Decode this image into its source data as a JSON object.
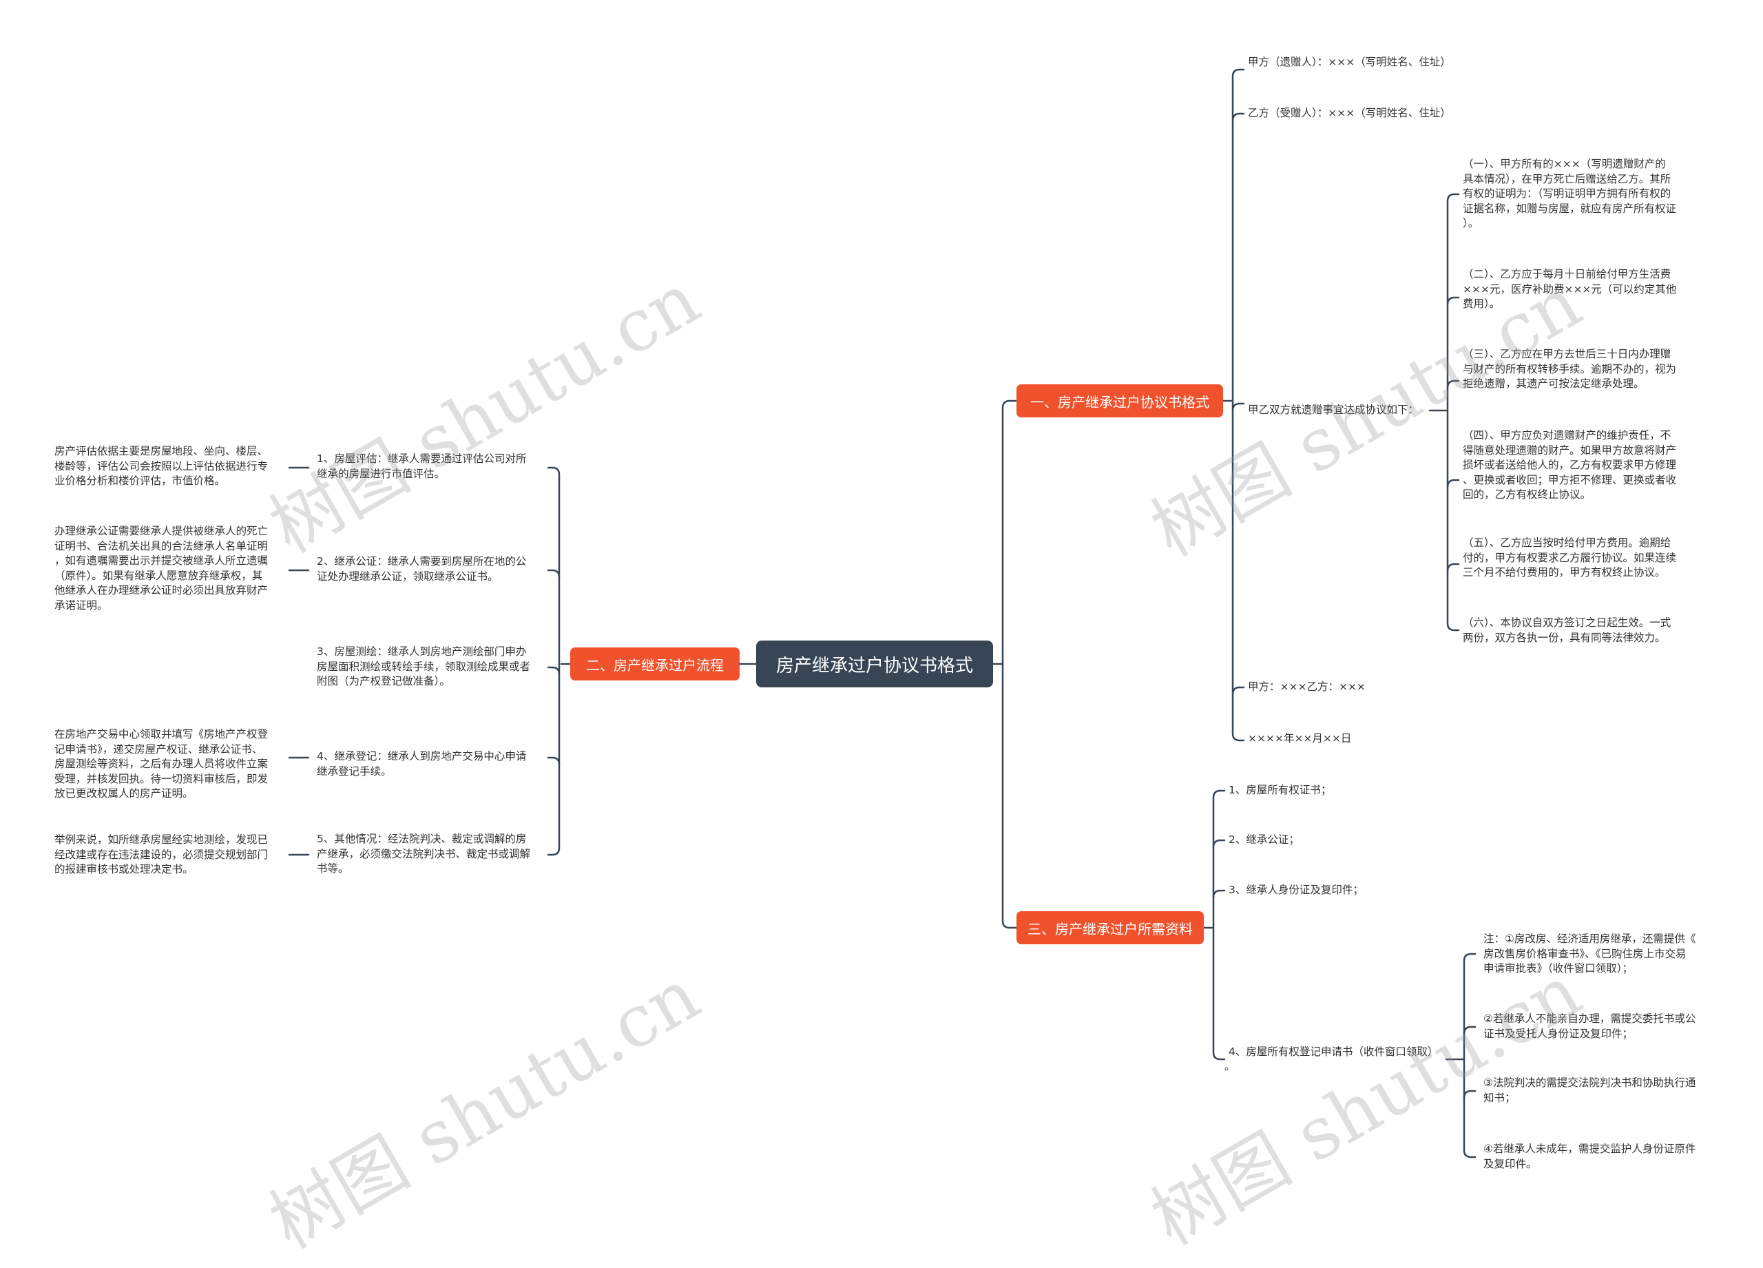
{
  "root": {
    "label": "房产继承过户协议书格式"
  },
  "branch1": {
    "label": "一、房产继承过户协议书格式",
    "items": {
      "party_a": "甲方（遗赠人）：×××（写明姓名、住址）",
      "party_b": "乙方（受赠人）：×××（写明姓名、住址）",
      "agreement": "甲乙双方就遗赠事宜达成协议如下：",
      "clauses": [
        [
          "（一）、甲方所有的×××（写明遗赠财产的",
          "具本情况），在甲方死亡后赠送给乙方。其所",
          "有权的证明为：（写明证明甲方拥有所有权的",
          "证据名称，如赠与房屋，就应有房产所有权证",
          "）。"
        ],
        [
          "（二）、乙方应于每月十日前给付甲方生活费",
          "×××元，医疗补助费×××元（可以约定其他",
          "费用）。"
        ],
        [
          "（三）、乙方应在甲方去世后三十日内办理赠",
          "与财产的所有权转移手续。逾期不办的，视为",
          "拒绝遗赠，其遗产可按法定继承处理。"
        ],
        [
          "（四）、甲方应负对遗赠财产的维护责任，不",
          "得随意处理遗赠的财产。如果甲方故意将财产",
          "损坏或者送给他人的，乙方有权要求甲方修理",
          "、更换或者收回；甲方拒不修理、更换或者收",
          "回的，乙方有权终止协议。"
        ],
        [
          "（五）、乙方应当按时给付甲方费用。逾期给",
          "付的，甲方有权要求乙方履行协议。如果连续",
          "三个月不给付费用的，甲方有权终止协议。"
        ],
        [
          "（六）、本协议自双方签订之日起生效。一式",
          "两份，双方各执一份，具有同等法律效力。"
        ]
      ],
      "signature": "甲方：×××乙方：×××",
      "date": "××××年××月××日"
    }
  },
  "branch2": {
    "label": "二、房产继承过户流程",
    "steps": [
      {
        "text": [
          "1、房屋评估：继承人需要通过评估公司对所",
          "继承的房屋进行市值评估。"
        ],
        "note": [
          "房产评估依据主要是房屋地段、坐向、楼层、",
          "楼龄等，评估公司会按照以上评估依据进行专",
          "业价格分析和楼价评估，市值价格。"
        ]
      },
      {
        "text": [
          "2、继承公证：继承人需要到房屋所在地的公",
          "证处办理继承公证，领取继承公证书。"
        ],
        "note": [
          "办理继承公证需要继承人提供被继承人的死亡",
          "证明书、合法机关出具的合法继承人名单证明",
          "，如有遗嘱需要出示并提交被继承人所立遗嘱",
          "（原件）。如果有继承人愿意放弃继承权，其",
          "他继承人在办理继承公证时必须出具放弃财产",
          "承诺证明。"
        ]
      },
      {
        "text": [
          "3、房屋测绘：继承人到房地产测绘部门申办",
          "房屋面积测绘或转绘手续，领取测绘成果或者",
          "附图（为产权登记做准备）。"
        ],
        "note": []
      },
      {
        "text": [
          "4、继承登记：继承人到房地产交易中心申请",
          "继承登记手续。"
        ],
        "note": [
          "在房地产交易中心领取并填写《房地产产权登",
          "记申请书》，递交房屋产权证、继承公证书、",
          "房屋测绘等资料，之后有办理人员将收件立案",
          "受理，并核发回执。待一切资料审核后，即发",
          "放已更改权属人的房产证明。"
        ]
      },
      {
        "text": [
          "5、其他情况：经法院判决、裁定或调解的房",
          "产继承，必须缴交法院判决书、裁定书或调解",
          "书等。"
        ],
        "note": [
          "举例来说，如所继承房屋经实地测绘，发现已",
          "经改建或存在违法建设的，必须提交规划部门",
          "的报建审核书或处理决定书。"
        ]
      }
    ]
  },
  "branch3": {
    "label": "三、房产继承过户所需资料",
    "items": [
      "1、房屋所有权证书；",
      "2、继承公证；",
      "3、继承人身份证及复印件；",
      "4、房屋所有权登记申请书（收件窗口领取）"
    ],
    "dot": "。",
    "notes": [
      [
        "注：①房改房、经济适用房继承，还需提供《",
        "房改售房价格审查书》、《已购住房上市交易",
        "申请审批表》（收件窗口领取）；"
      ],
      [
        "②若继承人不能亲自办理，需提交委托书或公",
        "证书及受托人身份证及复印件；"
      ],
      [
        "③法院判决的需提交法院判决书和协助执行通",
        "知书；"
      ],
      [
        "④若继承人未成年，需提交监护人身份证原件",
        "及复印件。"
      ]
    ]
  },
  "watermark": "树图 shutu.cn",
  "colors": {
    "root": "#374555",
    "branch": "#f0522d",
    "line": "#374555"
  }
}
